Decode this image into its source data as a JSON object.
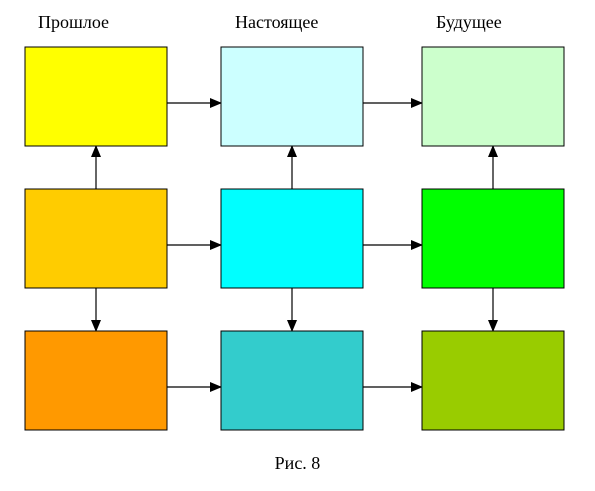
{
  "columns": [
    {
      "title": "Прошлое"
    },
    {
      "title": "Настоящее"
    },
    {
      "title": "Будущее"
    }
  ],
  "caption": "Рис. 8",
  "boxes": [
    {
      "id": "past-top",
      "color": "#FFFF00"
    },
    {
      "id": "present-top",
      "color": "#CCFFFF"
    },
    {
      "id": "future-top",
      "color": "#CCFFCC"
    },
    {
      "id": "past-middle",
      "color": "#FFCC00"
    },
    {
      "id": "present-middle",
      "color": "#00FFFF"
    },
    {
      "id": "future-middle",
      "color": "#00FF00"
    },
    {
      "id": "past-bottom",
      "color": "#FF9900"
    },
    {
      "id": "present-bottom",
      "color": "#33CCCC"
    },
    {
      "id": "future-bottom",
      "color": "#99CC00"
    }
  ],
  "connections": [
    {
      "from": "past-top",
      "to": "present-top"
    },
    {
      "from": "present-top",
      "to": "future-top"
    },
    {
      "from": "past-middle",
      "to": "present-middle"
    },
    {
      "from": "present-middle",
      "to": "future-middle"
    },
    {
      "from": "past-bottom",
      "to": "present-bottom"
    },
    {
      "from": "present-bottom",
      "to": "future-bottom"
    },
    {
      "from": "past-middle",
      "to": "past-top"
    },
    {
      "from": "past-middle",
      "to": "past-bottom"
    },
    {
      "from": "present-middle",
      "to": "present-top"
    },
    {
      "from": "present-middle",
      "to": "present-bottom"
    },
    {
      "from": "future-middle",
      "to": "future-top"
    },
    {
      "from": "future-middle",
      "to": "future-bottom"
    }
  ]
}
